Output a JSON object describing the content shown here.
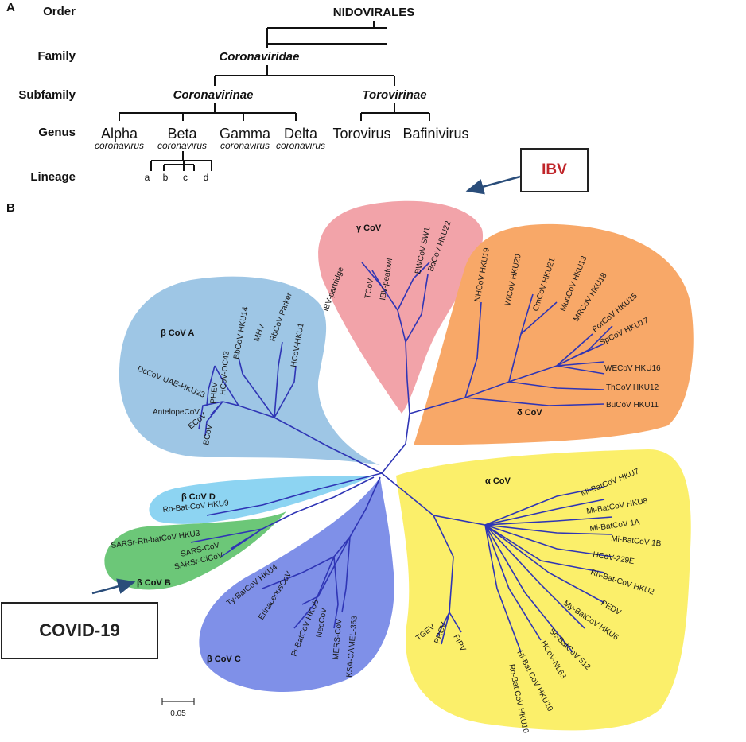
{
  "panelA": {
    "label": "A",
    "rows": {
      "order": "Order",
      "family": "Family",
      "subfamily": "Subfamily",
      "genus": "Genus",
      "lineage": "Lineage"
    },
    "order_name": "NIDOVIRALES",
    "family_name": "Coronaviridae",
    "subfamilies": [
      "Coronavirinae",
      "Torovirinae"
    ],
    "genera": [
      {
        "name": "Alpha",
        "suffix": "coronavirus"
      },
      {
        "name": "Beta",
        "suffix": "coronavirus"
      },
      {
        "name": "Gamma",
        "suffix": "coronavirus"
      },
      {
        "name": "Delta",
        "suffix": "coronavirus"
      },
      {
        "name": "Torovirus",
        "suffix": ""
      },
      {
        "name": "Bafinivirus",
        "suffix": ""
      }
    ],
    "lineages": [
      "a",
      "b",
      "c",
      "d"
    ]
  },
  "panelB": {
    "label": "B",
    "clades": [
      {
        "name": "γ CoV",
        "color": "#f2a3a9"
      },
      {
        "name": "δ CoV",
        "color": "#f8a868"
      },
      {
        "name": "α CoV",
        "color": "#fbef6a"
      },
      {
        "name": "β CoV A",
        "color": "#9ec6e5"
      },
      {
        "name": "β CoV D",
        "color": "#8dd4f2"
      },
      {
        "name": "β CoV B",
        "color": "#6cc778"
      },
      {
        "name": "β CoV C",
        "color": "#7f90e8"
      }
    ],
    "leaves": {
      "gamma": [
        "IBV-partridge",
        "TCoV",
        "IBV-peafowl",
        "BWCoV SW1",
        "BdCoV HKU22"
      ],
      "delta": [
        "NHCoV HKU19",
        "WiCoV HKU20",
        "CmCoV HKU21",
        "MunCoV HKU13",
        "MRCoV HKU18",
        "PorCoV HKU15",
        "SpCoV HKU17",
        "WECoV HKU16",
        "ThCoV HKU12",
        "BuCoV HKU11"
      ],
      "alpha": [
        "Mi-BatCoV HKU7",
        "Mi-BatCoV HKU8",
        "Mi-BatCoV 1A",
        "Mi-BatCoV 1B",
        "HCoV-229E",
        "Rh-Bat-CoV HKU2",
        "PEDV",
        "My-BatCoV HKU6",
        "Sc-BatCoV 512",
        "HCoV-NL63",
        "Hi-Bat CoV HKU10",
        "Ro-Bat CoV HKU10",
        "FIPV",
        "PRCV",
        "TGEV"
      ],
      "betaA": [
        "HCoV-HKU1",
        "RbCoV Parker",
        "MHV",
        "BbCoV HKU14",
        "HCoV-OC43",
        "PHEV",
        "DcCoV UAE-HKU23",
        "AntelopeCoV",
        "ECoV",
        "BCoV"
      ],
      "betaD": [
        "Ro-Bat-CoV HKU9"
      ],
      "betaB": [
        "SARSr-Rh-batCoV HKU3",
        "SARS-CoV",
        "SARSr-CiCoV"
      ],
      "betaC": [
        "Ty-BatCoV HKU4",
        "ErinaceousCoV",
        "Pi-BatCoV HKU5",
        "NeoCoV",
        "MERS-CoV",
        "KSA-CAMEL-363"
      ]
    },
    "highlight_leaf_color": "#d42020",
    "scale_label": "0.05",
    "callouts": {
      "ibv": "IBV",
      "covid": "COVID-19"
    }
  }
}
